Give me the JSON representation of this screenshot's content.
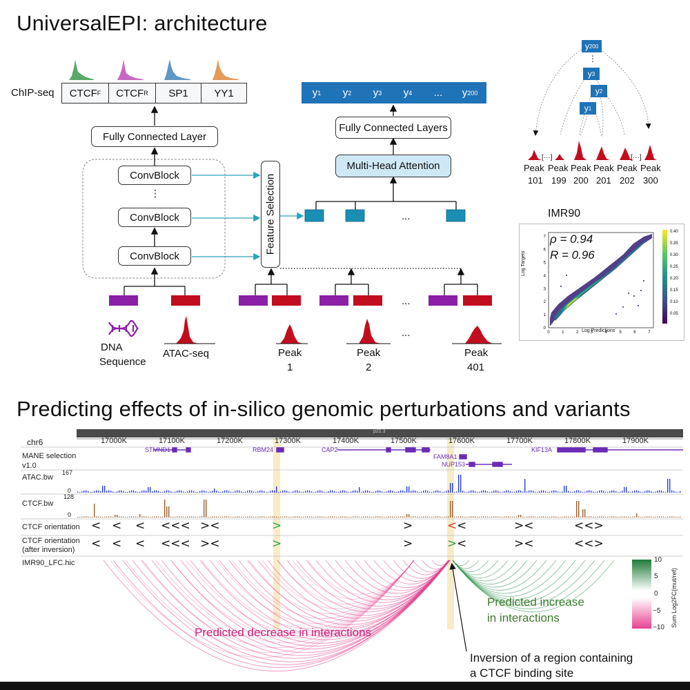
{
  "titles": {
    "top": "UniversalEPI: architecture",
    "bottom": "Predicting effects of in-silico genomic perturbations and variants"
  },
  "architecture": {
    "chip_label": "ChIP-seq",
    "chip_targets": [
      "CTCF",
      "CTCF",
      "SP1",
      "YY1"
    ],
    "chip_subscripts": [
      "F",
      "R",
      "",
      ""
    ],
    "fc_layer": "Fully Connected Layer",
    "conv_blocks": [
      "ConvBlock",
      "ConvBlock",
      "ConvBlock"
    ],
    "vdots": "⋮",
    "feature_selection": "Feature Selection",
    "mha": "Multi-Head Attention",
    "fc_layers": "Fully Connected Layers",
    "outputs": [
      "y",
      "y",
      "y",
      "y",
      "...",
      "y"
    ],
    "output_subs": [
      "1",
      "2",
      "3",
      "4",
      "",
      "200"
    ],
    "ellipsis": "...",
    "dna_label_1": "DNA",
    "dna_label_2": "Sequence",
    "atac_label": "ATAC-seq",
    "peaks": [
      {
        "word": "Peak",
        "num": "1"
      },
      {
        "word": "Peak",
        "num": "2"
      },
      {
        "word": "Peak",
        "num": "401"
      }
    ],
    "colors": {
      "dna": "#8b1fa6",
      "atac": "#c20d1f",
      "output": "#1f73b7",
      "embed": "#1a8fb5",
      "teal_arrow": "#2aa5b8"
    }
  },
  "tree": {
    "nodes": [
      {
        "label": "y",
        "sub": "200"
      },
      {
        "label": "y",
        "sub": "3"
      },
      {
        "label": "y",
        "sub": "2"
      },
      {
        "label": "y",
        "sub": "1"
      }
    ],
    "peaks": [
      {
        "word": "Peak",
        "num": "101"
      },
      {
        "word": "Peak",
        "num": "199"
      },
      {
        "word": "Peak",
        "num": "200"
      },
      {
        "word": "Peak",
        "num": "201"
      },
      {
        "word": "Peak",
        "num": "202"
      },
      {
        "word": "Peak",
        "num": "300"
      }
    ],
    "gap": "[···]"
  },
  "scatter": {
    "title": "IMR90",
    "rho_text": "ρ = 0.94",
    "r_text": "R = 0.96",
    "xlabel": "Log Predictions",
    "ylabel": "Log Targets",
    "xticks": [
      "0",
      "1",
      "2",
      "3",
      "4",
      "5",
      "6",
      "7"
    ],
    "yticks": [
      "0",
      "1",
      "2",
      "3",
      "4",
      "5",
      "6",
      "7"
    ],
    "cbar_ticks": [
      "0.40",
      "0.35",
      "0.30",
      "0.25",
      "0.20",
      "0.15",
      "0.10",
      "0.05"
    ],
    "xlim": [
      0,
      7.3
    ],
    "ylim": [
      0,
      7.3
    ]
  },
  "genome": {
    "chrom": "chr6",
    "band": "p22.3",
    "positions": [
      "17000K",
      "17100K",
      "17200K",
      "17300K",
      "17400K",
      "17500K",
      "17600K",
      "17700K",
      "17800K",
      "17900K"
    ],
    "track_labels": {
      "mane1": "MANE selection",
      "mane2": "v1.0",
      "atac": "ATAC.bw",
      "atac_max": "167",
      "atac_min": "0",
      "ctcf": "CTCF.bw",
      "ctcf_max": "128",
      "ctcf_min": "0",
      "orient": "CTCF orientation",
      "orient_inv1": "CTCF orientation",
      "orient_inv2": "(after inversion)",
      "hic": "IMR90_LFC.hic"
    },
    "genes": [
      "STMND1",
      "RBM24",
      "CAP2",
      "FAM8A1",
      "NUP153",
      "KIF13A"
    ],
    "orientation_row1": [
      "<",
      "<",
      "<",
      "<<<",
      "><",
      ">",
      ">",
      "<",
      "<",
      "><",
      "<<>"
    ],
    "legend": {
      "ticks": [
        "10",
        "5",
        "0",
        "−5",
        "−10"
      ],
      "label": "Sum Log2FC(mut/ref)"
    },
    "decrease_text": "Predicted decrease in interactions",
    "increase_text_1": "Predicted increase",
    "increase_text_2": "in interactions",
    "inversion_text_1": "Inversion of a region containing",
    "inversion_text_2": "a CTCF binding site",
    "colors": {
      "decrease": "#c7247d",
      "increase": "#2e8a43",
      "highlight": "#f5e6b3"
    }
  }
}
